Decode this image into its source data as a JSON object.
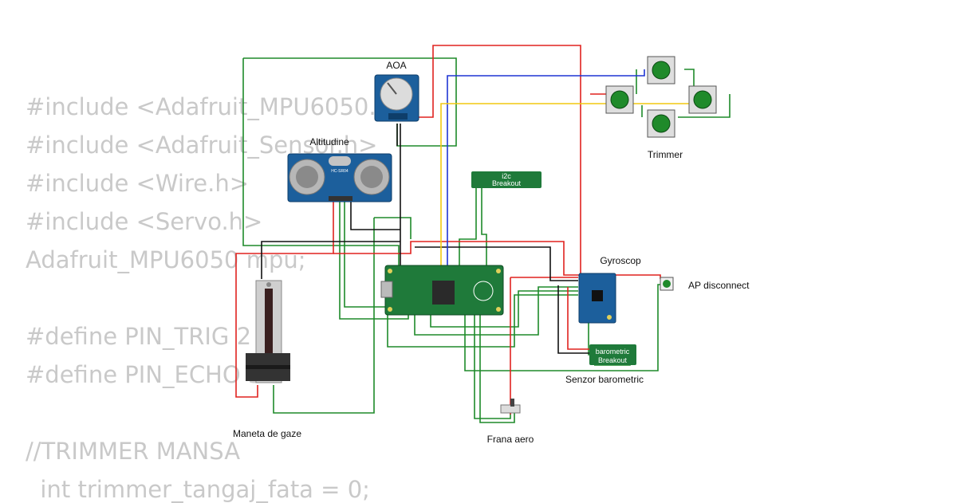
{
  "code": {
    "lines": [
      "#include <Adafruit_MPU6050.h>",
      "#include <Adafruit_Sensor.h>",
      "#include <Wire.h>",
      "#include <Servo.h>",
      "Adafruit_MPU6050 mpu;",
      "",
      "#define PIN_TRIG 2",
      "#define PIN_ECHO 3",
      "",
      "//TRIMMER MANSA",
      "  int trimmer_tangaj_fata = 0;"
    ]
  },
  "labels": {
    "aoa": "AOA",
    "altitude": "Altitudine",
    "trimmer": "Trimmer",
    "i2c": "i2c",
    "i2c_sub": "Breakout",
    "gyro": "Gyroscop",
    "ap": "AP disconnect",
    "baro_board": "barometric",
    "baro_board_sub": "Breakout",
    "baro": "Senzor barometric",
    "throttle": "Maneta de gaze",
    "brake": "Frana aero",
    "hc": "HC-SR04"
  },
  "colors": {
    "wire_green": "#1e8a2a",
    "wire_red": "#e0221f",
    "wire_black": "#111111",
    "wire_blue": "#1f35d4",
    "wire_yellow": "#f2c911",
    "board_green": "#1f7a3a",
    "sensor_blue": "#1c5f9c"
  }
}
